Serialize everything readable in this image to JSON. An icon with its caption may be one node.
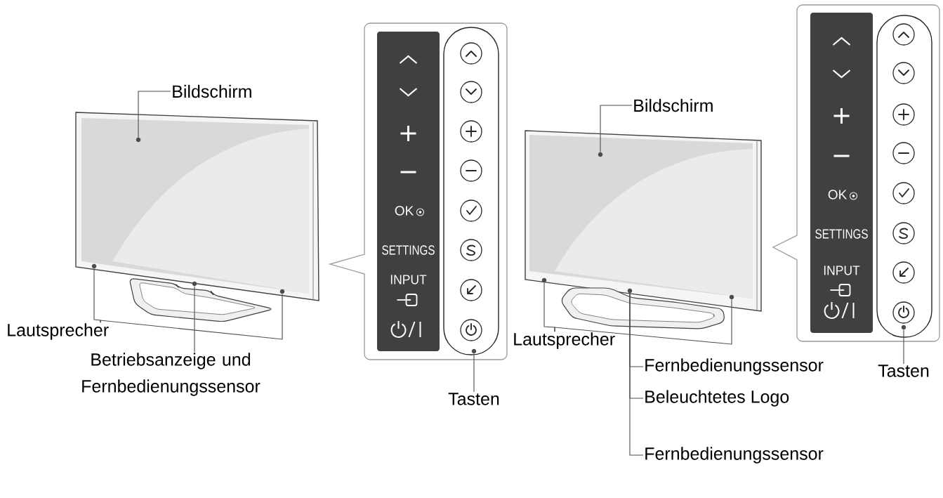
{
  "diagram": {
    "nodes": [
      {
        "text": [
          "Bildschirm"
        ]
      },
      {
        "text": [
          "Lautsprecher"
        ]
      },
      {
        "text": [
          "Betriebsanzeige und Fernbedienungssensor"
        ]
      },
      {
        "text": [
          "Tasten"
        ]
      },
      {
        "text": [
          "Bildschirm"
        ]
      },
      {
        "text": [
          "Lautsprecher"
        ]
      },
      {
        "text": [
          "Fernbedienungssensor"
        ]
      },
      {
        "text": [
          "Beleuchtetes Logo"
        ]
      },
      {
        "text": [
          "Fernbedienungssensor"
        ]
      },
      {
        "text": [
          "Tasten"
        ]
      },
      {
        "text": [],
        "shape": "circle"
      },
      {
        "text": [],
        "shape": "circle"
      },
      {
        "text": [],
        "shape": "circle"
      },
      {
        "text": [],
        "shape": "circle"
      },
      {
        "text": [],
        "shape": "circle"
      },
      {
        "text": [],
        "shape": "circle"
      },
      {
        "text": [],
        "shape": "circle"
      },
      {
        "text": [],
        "shape": "circle"
      },
      {
        "text": [],
        "shape": "circle"
      },
      {
        "text": [],
        "shape": "circle"
      }
    ],
    "edges": [
      {
        "from": 0,
        "to": 10,
        "arrow": "none"
      },
      {
        "from": 1,
        "to": 11,
        "arrow": "none"
      },
      {
        "from": 1,
        "to": 13,
        "arrow": "none"
      },
      {
        "from": 2,
        "to": 12,
        "arrow": "none"
      },
      {
        "from": 3,
        "to": 14,
        "arrow": "none"
      },
      {
        "from": 4,
        "to": 15,
        "arrow": "none"
      },
      {
        "from": 5,
        "to": 16,
        "arrow": "none"
      },
      {
        "from": 5,
        "to": 18,
        "arrow": "none"
      },
      {
        "from": 6,
        "to": 17,
        "arrow": "none"
      },
      {
        "from": 7,
        "to": 17,
        "arrow": "none"
      },
      {
        "from": 8,
        "to": 17,
        "arrow": "none"
      },
      {
        "from": 9,
        "to": 19,
        "arrow": "none"
      }
    ],
    "labels": [
      "OK",
      "SETTINGS",
      "INPUT",
      "OK",
      "SETTINGS",
      "INPUT"
    ]
  }
}
